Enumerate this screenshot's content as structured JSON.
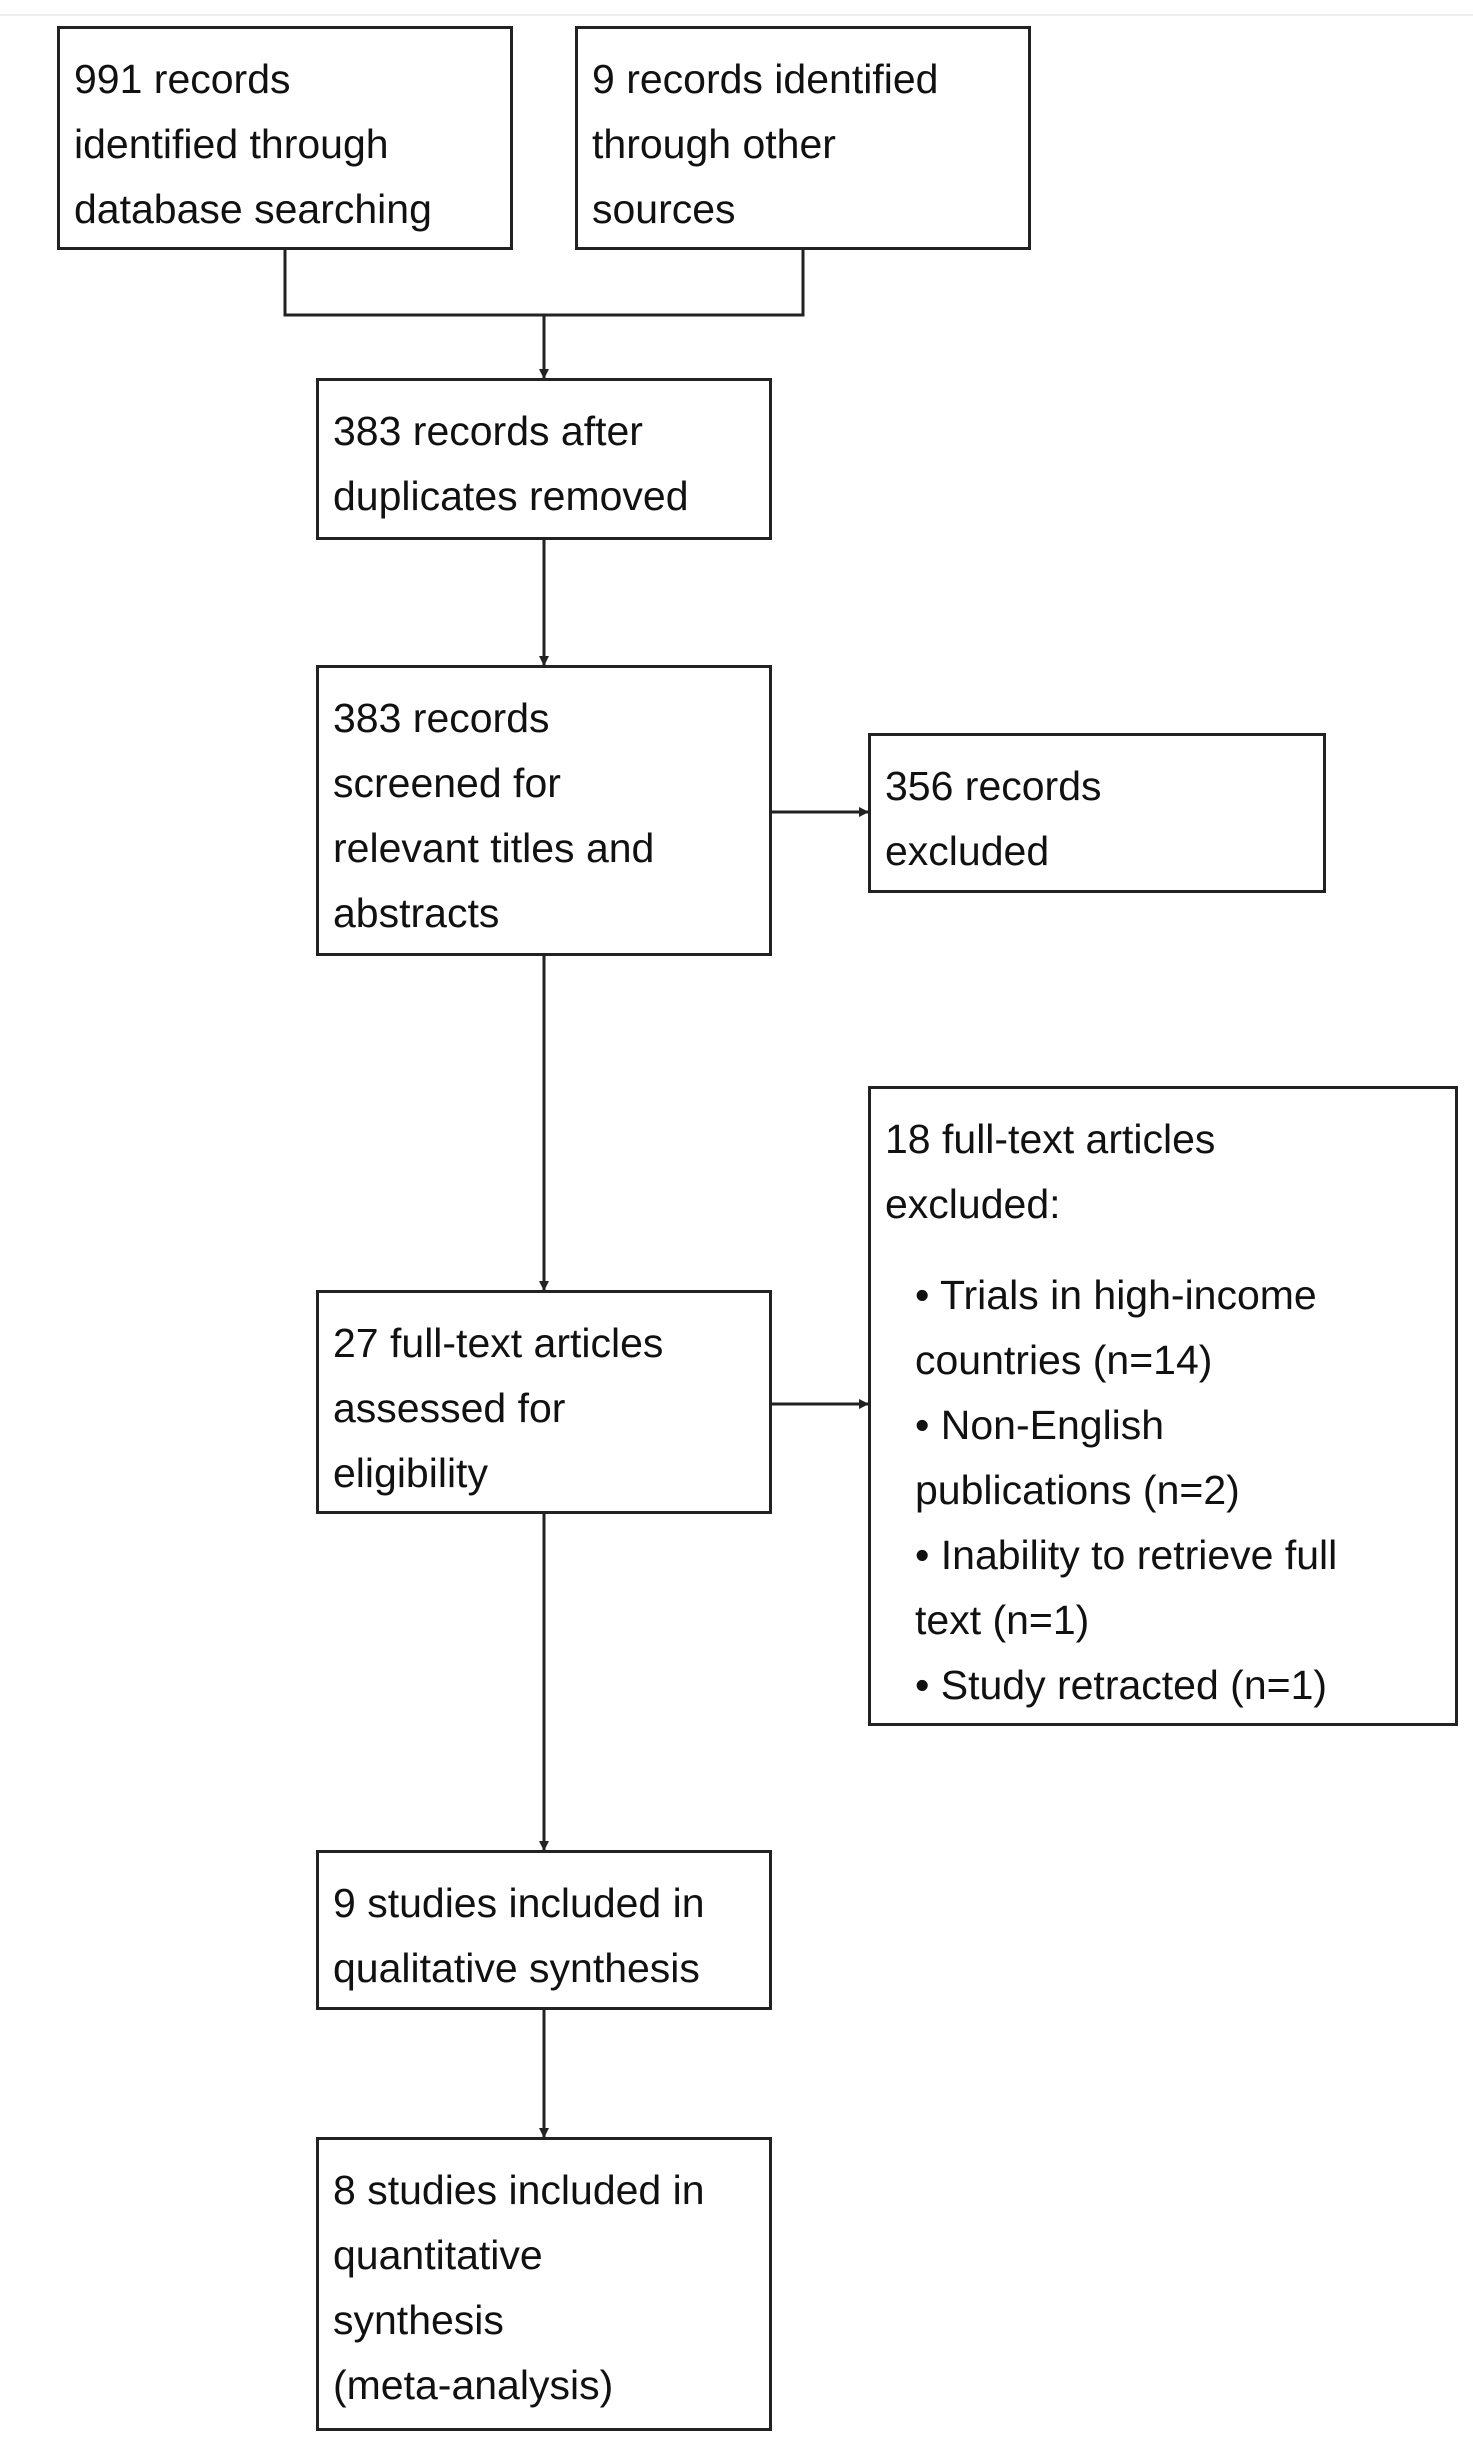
{
  "boxes": {
    "database": [
      "991 records",
      "identified through",
      "database searching"
    ],
    "other_sources": [
      "9 records identified",
      "through other",
      "sources"
    ],
    "after_duplicates": [
      "383 records after",
      "duplicates removed"
    ],
    "screened": [
      "383 records",
      "screened for",
      "relevant titles and",
      "abstracts"
    ],
    "excluded_records": [
      "356 records",
      "excluded"
    ],
    "full_text_assessed": [
      "27 full-text articles",
      "assessed for",
      "eligibility"
    ],
    "full_text_excluded": {
      "heading": [
        "18 full-text articles",
        "excluded:"
      ],
      "bullets": [
        "• Trials in high-income",
        "countries (n=14)",
        "• Non-English",
        "publications (n=2)",
        "• Inability to retrieve full",
        "text (n=1)",
        "• Study retracted (n=1)"
      ]
    },
    "qualitative": [
      "9 studies included in",
      "qualitative synthesis"
    ],
    "quantitative": [
      "8 studies included in",
      "quantitative",
      "synthesis",
      "(meta-analysis)"
    ]
  }
}
